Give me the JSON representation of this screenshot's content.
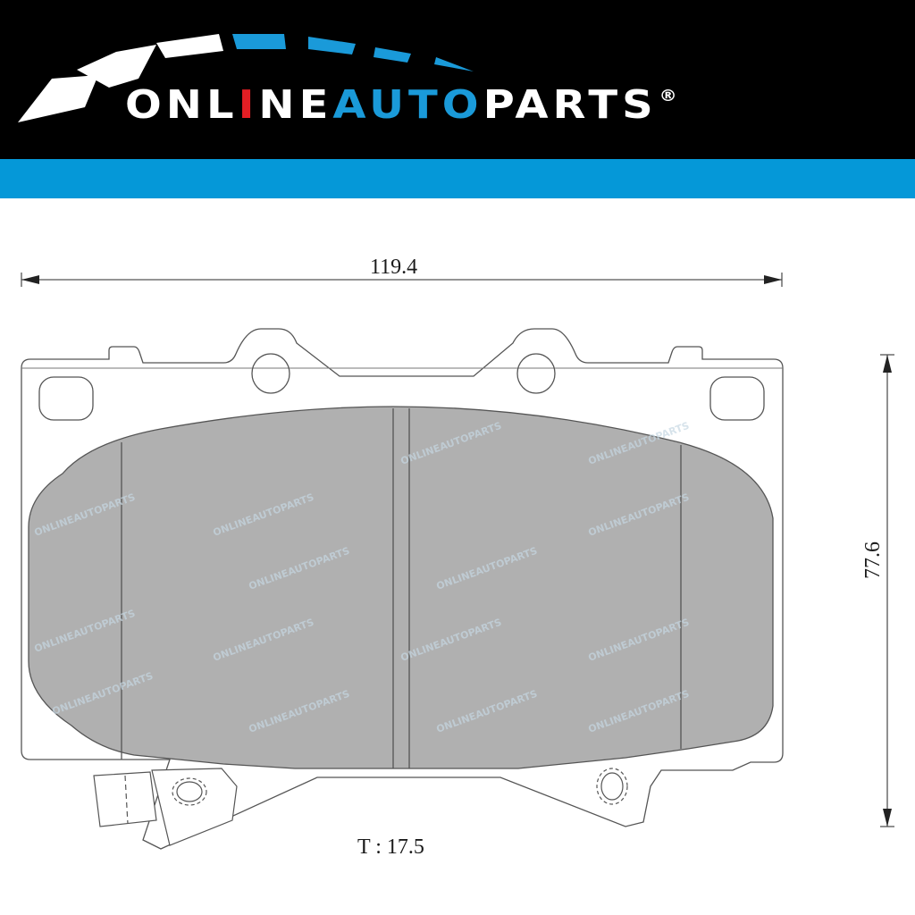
{
  "brand": {
    "name_parts": [
      {
        "text": "ONL",
        "color": "#ffffff"
      },
      {
        "text": "I",
        "color": "#e31e24"
      },
      {
        "text": "NE",
        "color": "#ffffff"
      },
      {
        "text": "AUTO",
        "color": "#1a9ad9"
      },
      {
        "text": "PARTS",
        "color": "#ffffff"
      }
    ],
    "registered_mark": "®",
    "colors": {
      "header_bg": "#000000",
      "stripe": "#0598d8",
      "accent_blue": "#1a9ad9",
      "accent_red": "#e31e24",
      "pad_fill": "#b0b0b0",
      "line": "#555555"
    }
  },
  "drawing": {
    "subject": "Brake pad technical drawing",
    "dimensions": {
      "width": "119.4",
      "height": "77.6",
      "thickness": "T : 17.5"
    },
    "watermark": "ONLINEAUTOPARTS"
  }
}
